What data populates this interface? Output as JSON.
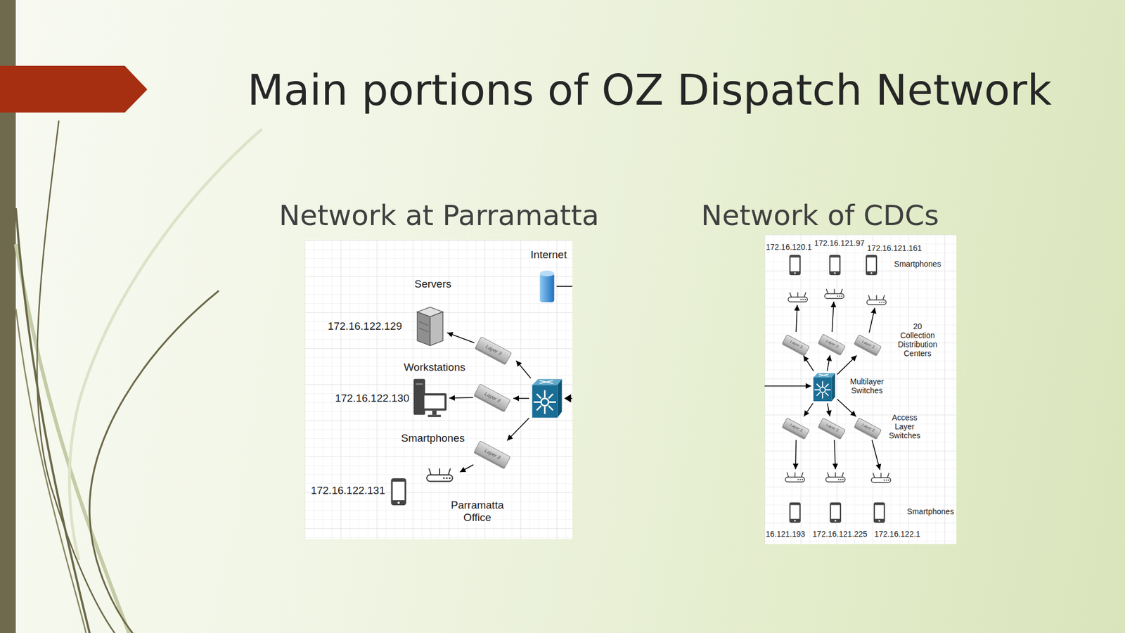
{
  "diagram": {
    "title": "Main portions of OZ Dispatch Network",
    "nodes": [
      {
        "text": [
          "Network at Parramatta"
        ]
      },
      {
        "text": [
          "Servers",
          "172.16.122.129"
        ],
        "in": 0
      },
      {
        "text": [
          "Layer 3"
        ],
        "in": 0
      },
      {
        "text": [
          "Workstations",
          "172.16.122.130"
        ],
        "in": 0
      },
      {
        "text": [
          "Layer 3"
        ],
        "in": 0
      },
      {
        "text": [
          "Layer 3"
        ],
        "in": 0
      },
      {
        "text": [
          "Network of CDCs"
        ]
      },
      {
        "text": [
          "Multilayer Switches"
        ],
        "in": 6
      },
      {
        "text": [
          "Layer 3"
        ],
        "in": 6
      },
      {
        "text": [
          "Layer 3"
        ],
        "in": 6
      },
      {
        "text": [
          "Layer 3"
        ],
        "in": 6
      },
      {
        "text": [
          "Layer 3"
        ],
        "in": 6
      },
      {
        "text": [
          "Layer 3"
        ],
        "in": 6
      },
      {
        "text": [
          "Layer 3"
        ],
        "in": 6
      }
    ],
    "edges": [
      {
        "from": 2,
        "to": 1,
        "arrow": "to"
      },
      {
        "from": 4,
        "to": 3,
        "arrow": "to"
      },
      {
        "from": 7,
        "to": 8,
        "arrow": "to"
      },
      {
        "from": 7,
        "to": 9,
        "arrow": "to"
      },
      {
        "from": 7,
        "to": 10,
        "arrow": "to"
      },
      {
        "from": 7,
        "to": 11,
        "arrow": "to"
      },
      {
        "from": 7,
        "to": 12,
        "arrow": "to"
      },
      {
        "from": 7,
        "to": 13,
        "arrow": "to"
      }
    ],
    "labels": [
      "Internet",
      "Smartphones",
      "172.16.122.131",
      "Parramatta Office",
      "172.16.120.1",
      "172.16.121.97",
      "172.16.121.161",
      "Smartphones",
      "20 Collection Distribution Centers",
      "Access Layer Switches",
      "16.121.193",
      "172.16.121.225",
      "172.16.122.1",
      "Smartphones"
    ]
  }
}
